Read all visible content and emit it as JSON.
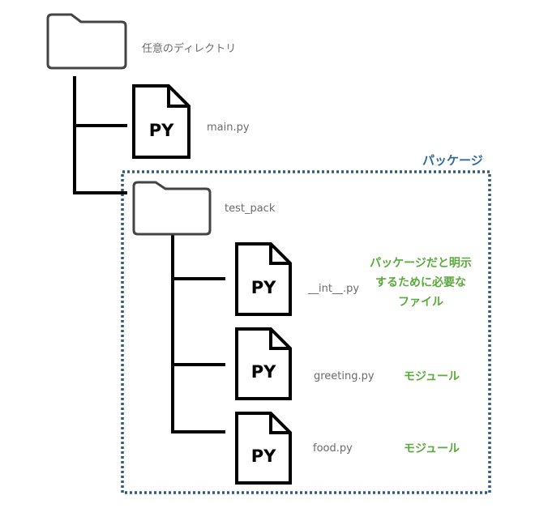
{
  "colors": {
    "tree_line": "#000000",
    "folder_stroke": "#444444",
    "file_stroke": "#000000",
    "package_border": "#2f5a85",
    "package_title": "#2f6a9b",
    "label_text": "#6b6b6b",
    "note_text": "#5aaa3c"
  },
  "root": {
    "label": "任意のディレクトリ",
    "icon": "folder-icon"
  },
  "main_file": {
    "label": "main.py",
    "icon": "python-file-icon",
    "badge": "PY"
  },
  "package": {
    "title": "パッケージ",
    "folder": {
      "label": "test_pack",
      "icon": "folder-icon"
    },
    "files": [
      {
        "label": "__int__.py",
        "icon": "python-file-icon",
        "badge": "PY",
        "note_lines": [
          "パッケージだと明示",
          "するために必要な",
          "ファイル"
        ]
      },
      {
        "label": "greeting.py",
        "icon": "python-file-icon",
        "badge": "PY",
        "note_lines": [
          "モジュール"
        ]
      },
      {
        "label": "food.py",
        "icon": "python-file-icon",
        "badge": "PY",
        "note_lines": [
          "モジュール"
        ]
      }
    ]
  }
}
